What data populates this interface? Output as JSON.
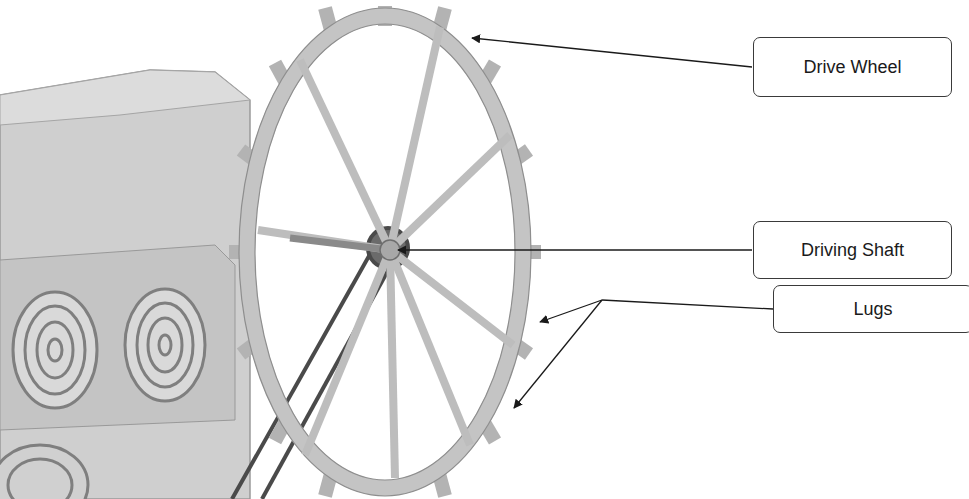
{
  "diagram": {
    "nodes": [
      {
        "text": [
          "Drive Wheel"
        ]
      },
      {
        "text": [
          "Driving Shaft"
        ]
      },
      {
        "text": [
          "Lugs"
        ]
      }
    ]
  }
}
